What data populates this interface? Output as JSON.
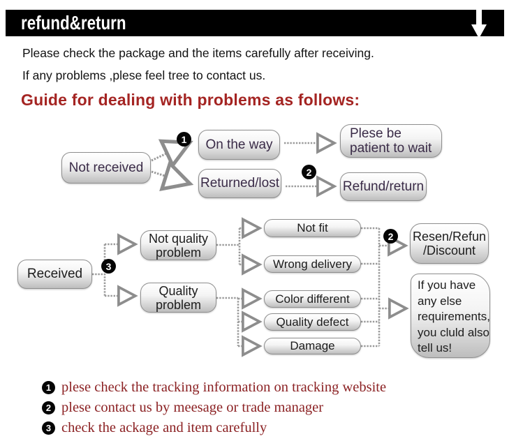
{
  "header": {
    "title": "refund&return",
    "arrow_icon": "down-arrow"
  },
  "intro": {
    "line1": "Please check the package and the items carefully after receiving.",
    "line2": "If any problems ,plese feel tree to contact us."
  },
  "guide": {
    "heading": "Guide for dealing with problems as follows:"
  },
  "flow1": {
    "not_received": "Not received",
    "badge_on_the_way": "1",
    "on_the_way": "On the way",
    "patient_wait": "Plese be\npatient to wait",
    "returned_lost": "Returned/lost",
    "badge_refund": "2",
    "refund_return": "Refund/return"
  },
  "flow2": {
    "received": "Received",
    "badge_received": "3",
    "not_quality_problem": "Not quality\nproblem",
    "quality_problem": "Quality\nproblem",
    "not_fit": "Not fit",
    "wrong_delivery": "Wrong delivery",
    "color_different": "Color different",
    "quality_defect": "Quality defect",
    "damage": "Damage",
    "badge_resolution": "2",
    "resolution": "Resen/Refun\n/Discount",
    "note": "If you have\nany else\nrequirements,\nyou cluld also\ntell us!"
  },
  "footnotes": [
    {
      "num": "1",
      "text": "plese check the tracking information on tracking website"
    },
    {
      "num": "2",
      "text": "plese contact us by meesage or trade manager"
    },
    {
      "num": "3",
      "text": "check the ackage and item carefully"
    }
  ],
  "colors": {
    "banner_black": "#000000",
    "heading_red": "#a42422",
    "footnote_maroon": "#8b2123",
    "box_border": "#8f8f8f",
    "box_text_purple": "#3a2b47"
  }
}
